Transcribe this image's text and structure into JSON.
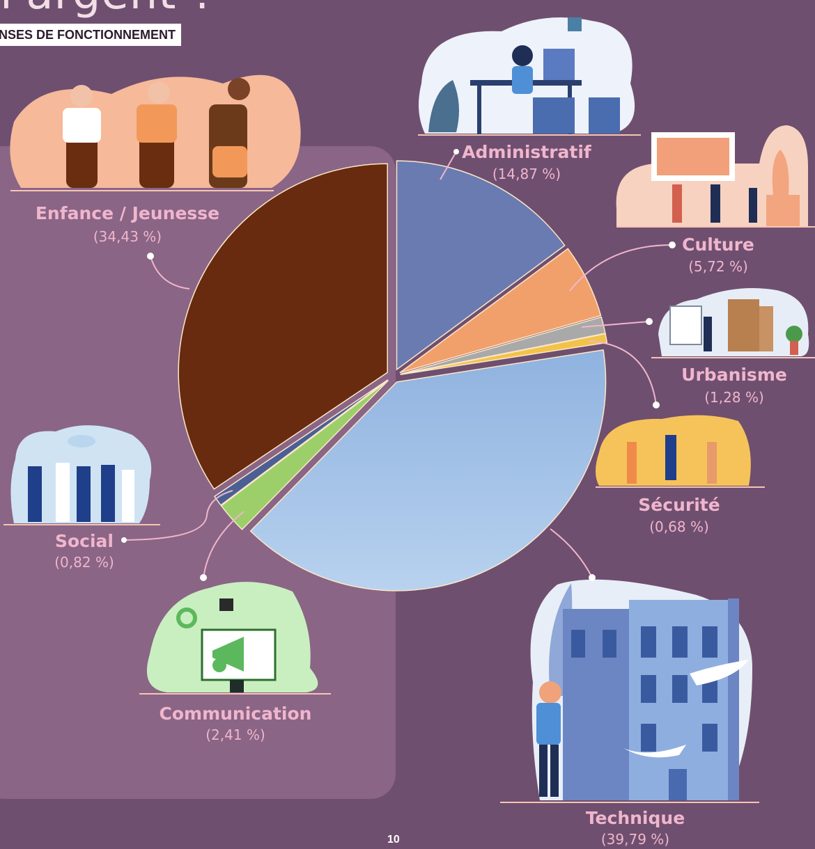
{
  "page": {
    "title_fragment": "l'argent ?",
    "section_title": "NSES DE FONCTIONNEMENT",
    "page_number": "10"
  },
  "colors": {
    "background": "#6f4f6f",
    "panel": "#8a6585",
    "label": "#f0b6cd"
  },
  "chart_data": {
    "type": "pie",
    "title": "",
    "slices": [
      {
        "label": "Administratif",
        "pct_text": "(14,87 %)",
        "value": 14.87,
        "color": "#6a7bb2",
        "icon": "office-worker-illustration"
      },
      {
        "label": "Culture",
        "pct_text": "(5,72 %)",
        "value": 5.72,
        "color": "#f1a06c",
        "icon": "museum-visitors-illustration"
      },
      {
        "label": "Urbanisme",
        "pct_text": "(1,28 %)",
        "value": 1.28,
        "color": "#a9a9a9",
        "icon": "urban-planning-illustration"
      },
      {
        "label": "Sécurité",
        "pct_text": "(0,68 %)",
        "value": 0.68,
        "color": "#f2c34a",
        "icon": "police-chase-illustration"
      },
      {
        "label": "Technique",
        "pct_text": "(39,79 %)",
        "value": 39.79,
        "color": "#9fc0e6",
        "icon": "building-inspector-illustration"
      },
      {
        "label": "Communication",
        "pct_text": "(2,41 %)",
        "value": 2.41,
        "color": "#9ccf6a",
        "icon": "megaphone-illustration"
      },
      {
        "label": "Social",
        "pct_text": "(0,82 %)",
        "value": 0.82,
        "color": "#4c5f95",
        "icon": "crowd-celebration-illustration"
      },
      {
        "label": "Enfance / Jeunesse",
        "pct_text": "(34,43 %)",
        "value": 34.43,
        "color": "#682b0f",
        "icon": "youth-dancing-illustration"
      }
    ]
  }
}
